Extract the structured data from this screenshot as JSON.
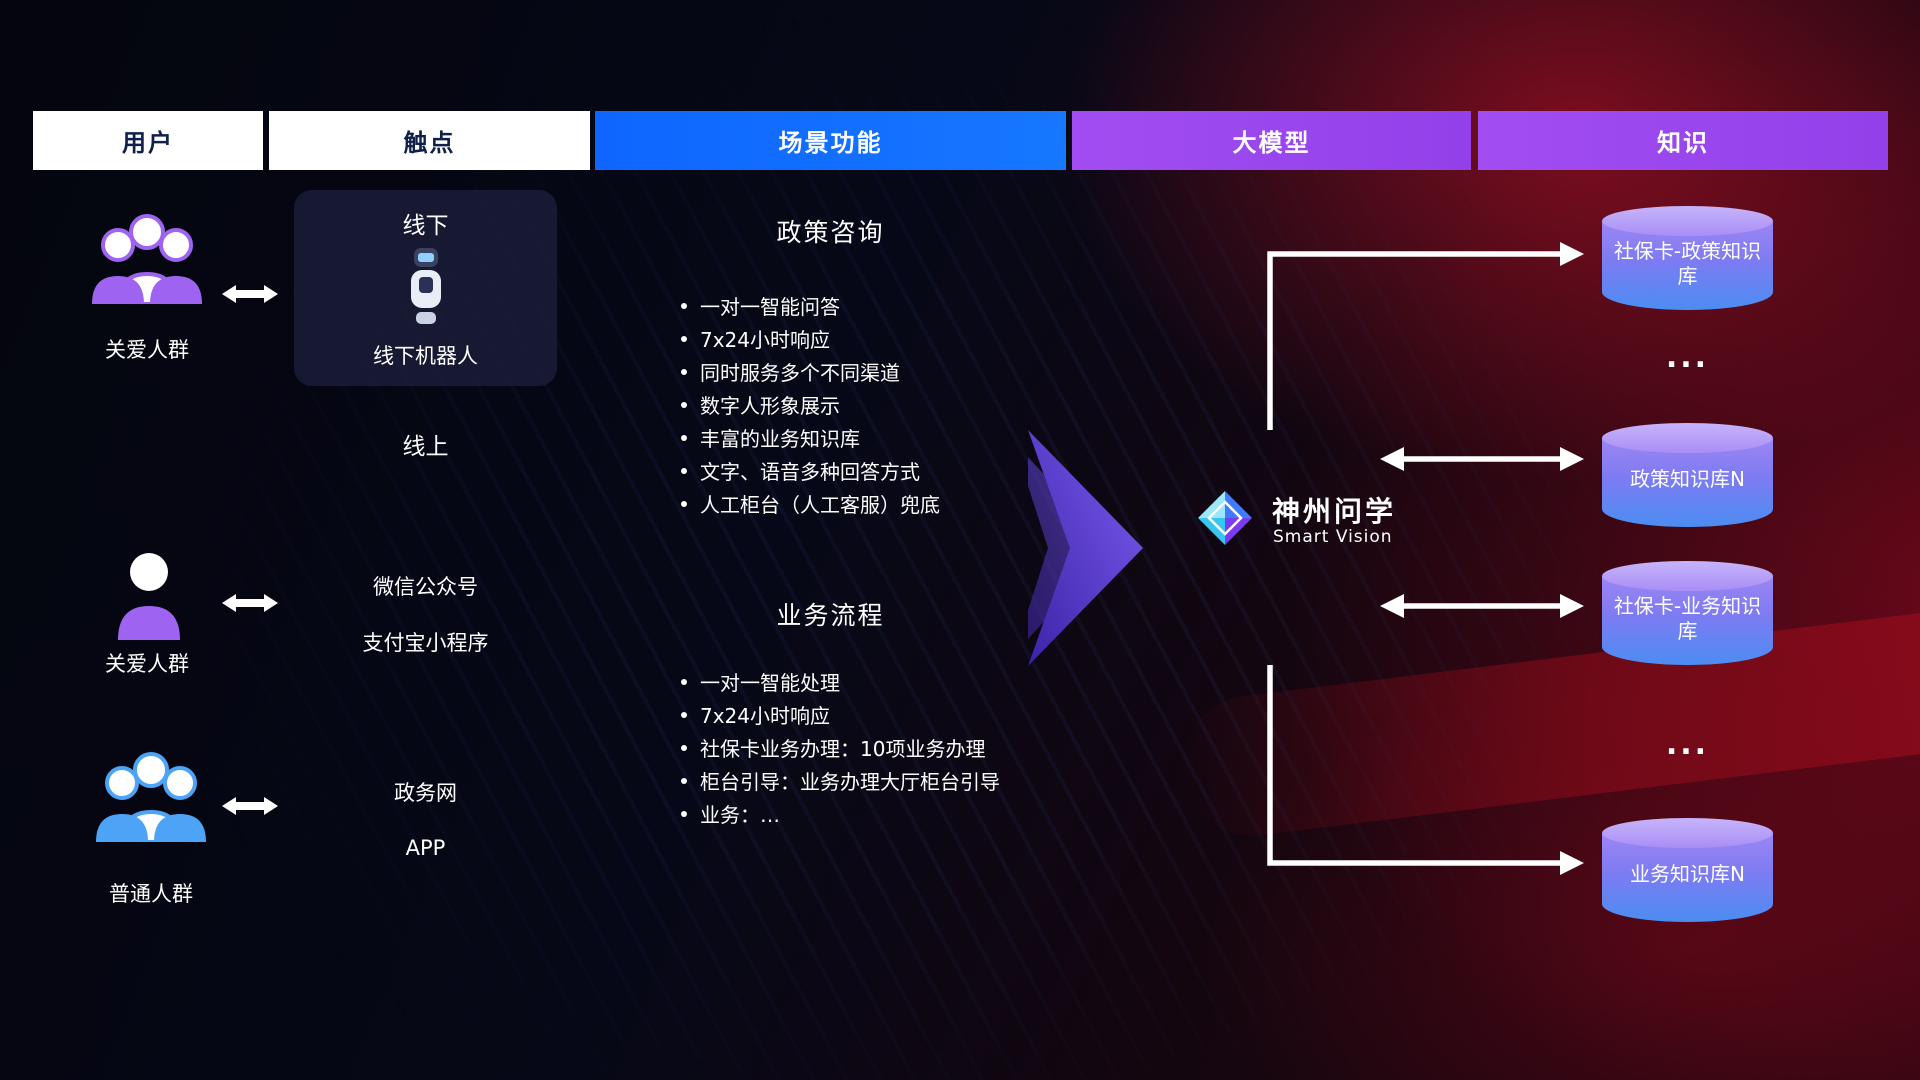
{
  "headers": [
    {
      "label": "用户"
    },
    {
      "label": "触点"
    },
    {
      "label": "场景功能"
    },
    {
      "label": "大模型"
    },
    {
      "label": "知识"
    }
  ],
  "users": [
    {
      "label": "关爱人群",
      "icon": "group-people-icon",
      "color": "#9f63f2"
    },
    {
      "label": "关爱人群",
      "icon": "person-icon",
      "color": "#9f63f2"
    },
    {
      "label": "普通人群",
      "icon": "group-people-icon",
      "color": "#4da3f5"
    }
  ],
  "touchpoints": {
    "offline_title": "线下",
    "offline_robot_label": "线下机器人",
    "online_label": "线上",
    "channels": [
      "微信公众号",
      "支付宝小程序",
      "政务网",
      "APP"
    ]
  },
  "scenarios": [
    {
      "title": "政策咨询",
      "items": [
        "一对一智能问答",
        "7x24小时响应",
        "同时服务多个不同渠道",
        "数字人形象展示",
        "丰富的业务知识库",
        "文字、语音多种回答方式",
        "人工柜台（人工客服）兜底"
      ]
    },
    {
      "title": "业务流程",
      "items": [
        "一对一智能处理",
        "7x24小时响应",
        "社保卡业务办理：10项业务办理",
        "柜台引导：业务办理大厅柜台引导",
        "业务：…"
      ]
    }
  ],
  "model": {
    "name": "神州问学",
    "subtitle": "Smart Vision"
  },
  "knowledge": {
    "cylinders": [
      {
        "label": "社保卡-政策知识库"
      },
      {
        "label": "政策知识库N"
      },
      {
        "label": "社保卡-业务知识库"
      },
      {
        "label": "业务知识库N"
      }
    ],
    "ellipsis_top": "...",
    "ellipsis_bottom": "..."
  },
  "colors": {
    "accent_blue": "#1677ff",
    "accent_purple": "#9b45ee",
    "cylinder_top": "#b9a6f7",
    "cylinder_bottom": "#4b8df2",
    "arrow_purple": "#5b3fd4",
    "connector_white": "#ffffff",
    "background_red": "#9c0d1d"
  }
}
